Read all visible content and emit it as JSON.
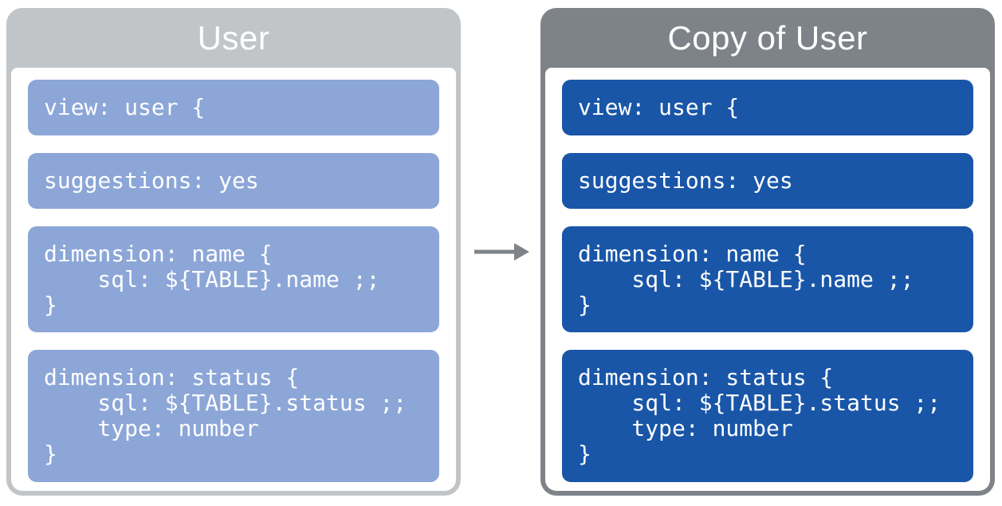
{
  "diagram": {
    "panels": [
      {
        "title": "User",
        "blocks": [
          "view: user {",
          "suggestions: yes",
          "dimension: name {\n    sql: ${TABLE}.name ;;\n}",
          "dimension: status {\n    sql: ${TABLE}.status ;;\n    type: number\n}"
        ]
      },
      {
        "title": "Copy of User",
        "blocks": [
          "view: user {",
          "suggestions: yes",
          "dimension: name {\n    sql: ${TABLE}.name ;;\n}",
          "dimension: status {\n    sql: ${TABLE}.status ;;\n    type: number\n}"
        ]
      }
    ],
    "arrow": "right-arrow",
    "colors": {
      "left_header_gray": "#c2c5c8",
      "right_header_gray": "#7e8389",
      "left_block_blue": "#8ca6d7",
      "right_block_blue": "#1956a8",
      "arrow_gray": "#7f848a",
      "text": "#ffffff"
    }
  }
}
